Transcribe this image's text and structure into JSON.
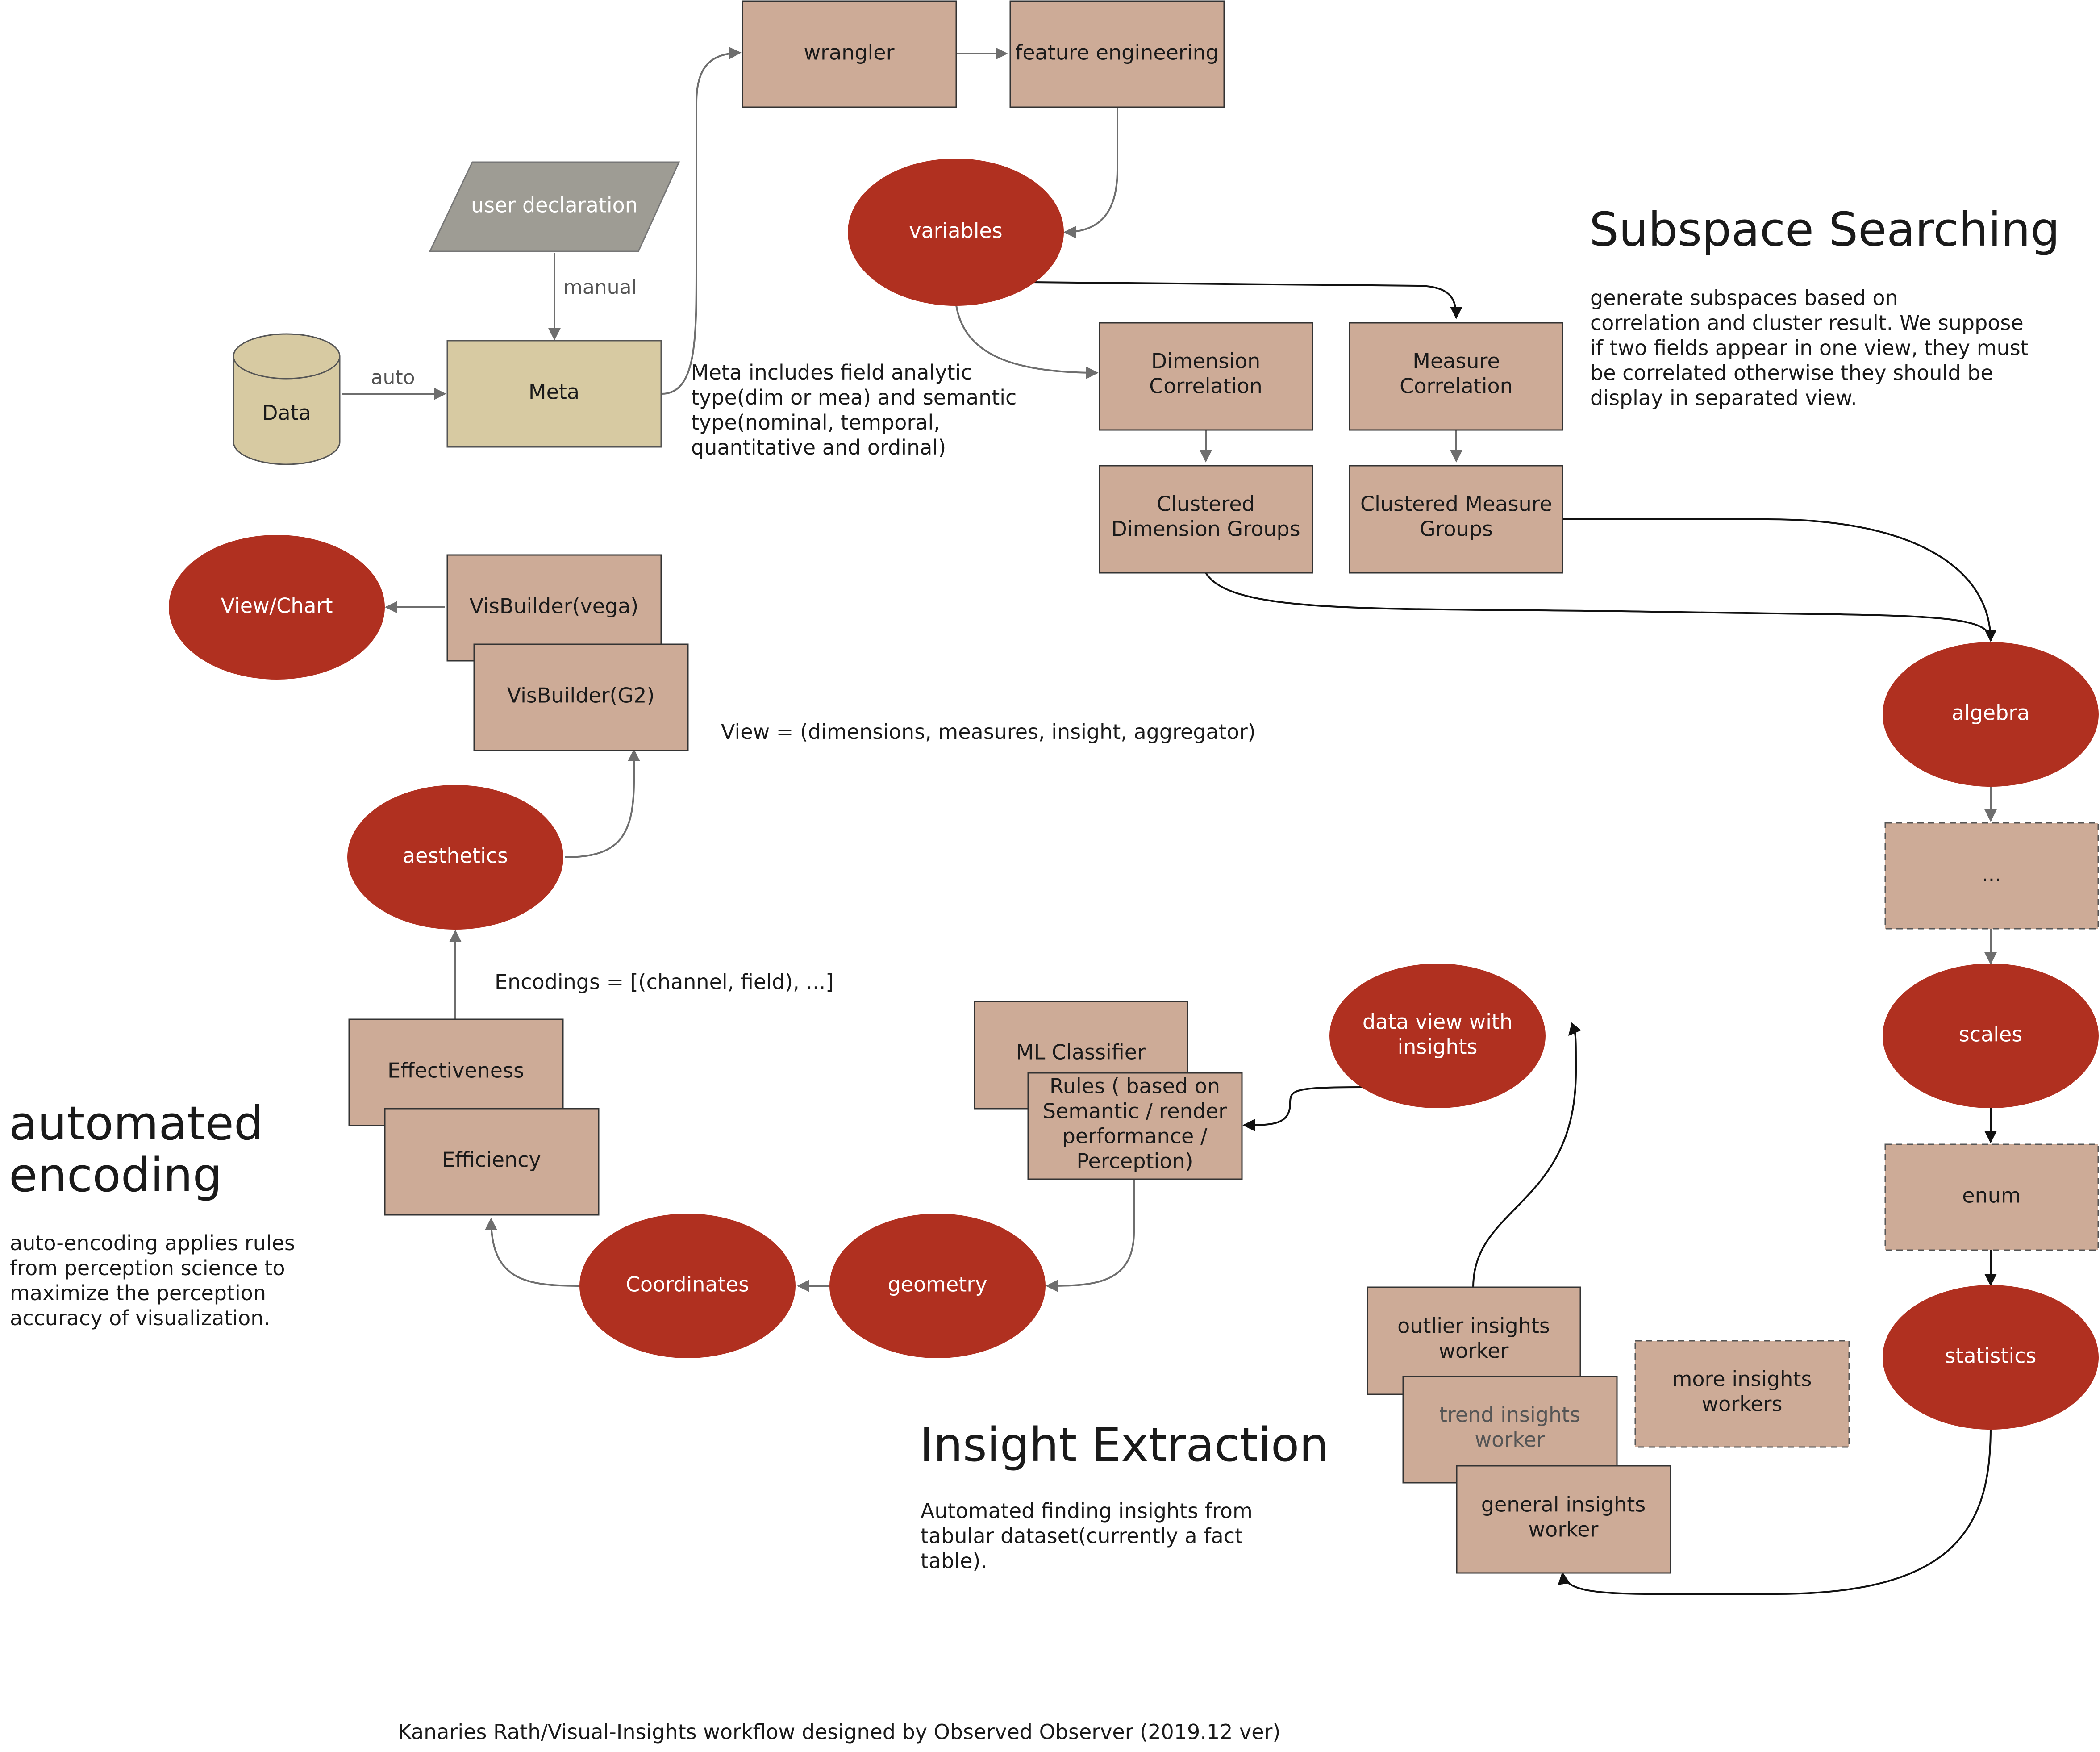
{
  "nodes": {
    "wrangler": "wrangler",
    "feature_engineering": "feature engineering",
    "user_declaration": "user declaration",
    "variables": "variables",
    "data": "Data",
    "meta": "Meta",
    "dimension_correlation": [
      "Dimension",
      "Correlation"
    ],
    "measure_correlation": [
      "Measure",
      "Correlation"
    ],
    "clustered_dimension_groups": [
      "Clustered",
      "Dimension Groups"
    ],
    "clustered_measure_groups": [
      "Clustered Measure",
      "Groups"
    ],
    "view_chart": "View/Chart",
    "visbuilder_vega": "VisBuilder(vega)",
    "visbuilder_g2": "VisBuilder(G2)",
    "algebra": "algebra",
    "ellipsis_box": "...",
    "aesthetics": "aesthetics",
    "effectiveness": "Effectiveness",
    "efficiency": "Efficiency",
    "ml_classifier": "ML Classifier",
    "rules": [
      "Rules ( based on",
      "Semantic / render",
      "performance /",
      "Perception)"
    ],
    "data_view_with_insights": [
      "data view with",
      "insights"
    ],
    "scales": "scales",
    "enum": "enum",
    "coordinates": "Coordinates",
    "geometry": "geometry",
    "statistics": "statistics",
    "outlier_insights_worker": [
      "outlier insights",
      "worker"
    ],
    "trend_insights_worker": [
      "trend insights",
      "worker"
    ],
    "more_insights_workers": [
      "more insights",
      "workers"
    ],
    "general_insights_worker": [
      "general insights",
      "worker"
    ]
  },
  "edge_labels": {
    "manual": "manual",
    "auto": "auto"
  },
  "notes": {
    "meta_note": [
      "Meta includes field analytic",
      "type(dim or mea) and semantic",
      "type(nominal, temporal,",
      "quantitative and ordinal)"
    ],
    "view_formula": "View = (dimensions, measures, insight, aggregator)",
    "encodings_formula": "Encodings = [(channel, field), ...]"
  },
  "sections": {
    "subspace_searching": {
      "title": "Subspace Searching",
      "description": [
        "generate subspaces based on",
        "correlation and cluster result. We suppose",
        "if two fields appear in one view, they must",
        "be correlated otherwise they should be",
        "display in separated view."
      ]
    },
    "automated_encoding": {
      "title": [
        "automated",
        "encoding"
      ],
      "description": [
        "auto-encoding applies rules",
        "from perception science to",
        "maximize the perception",
        "accuracy of visualization."
      ]
    },
    "insight_extraction": {
      "title": "Insight Extraction",
      "description": [
        "Automated finding insights from",
        "tabular dataset(currently a fact",
        "table)."
      ]
    }
  },
  "footer": "Kanaries Rath/Visual-Insights workflow designed by Observed Observer (2019.12 ver)",
  "colors": {
    "box_fill": "#cdab97",
    "ellipse_fill": "#b03020",
    "meta_fill": "#d7caa2",
    "parallelogram_fill": "#9e9c94"
  }
}
